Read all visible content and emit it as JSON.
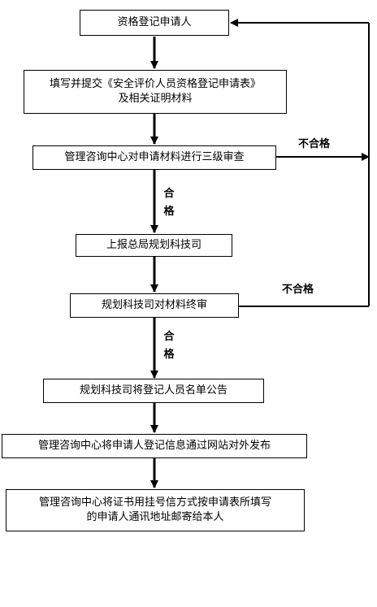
{
  "steps": {
    "s1": "资格登记申请人",
    "s2_line1": "填写并提交《安全评价人员资格登记申请表》",
    "s2_line2": "及相关证明材料",
    "s3": "管理咨询中心对申请材料进行三级审查",
    "s4": "上报总局规划科技司",
    "s5": "规划科技司对材料终审",
    "s6": "规划科技司将登记人员名单公告",
    "s7": "管理咨询中心将申请人登记信息通过网站对外发布",
    "s8_line1": "管理咨询中心将证书用挂号信方式按申请表所填写",
    "s8_line2": "的申请人通讯地址邮寄给本人"
  },
  "labels": {
    "fail_1": "不合格",
    "fail_2": "不合格",
    "pass_1_a": "合",
    "pass_1_b": "格",
    "pass_2_a": "合",
    "pass_2_b": "格"
  }
}
